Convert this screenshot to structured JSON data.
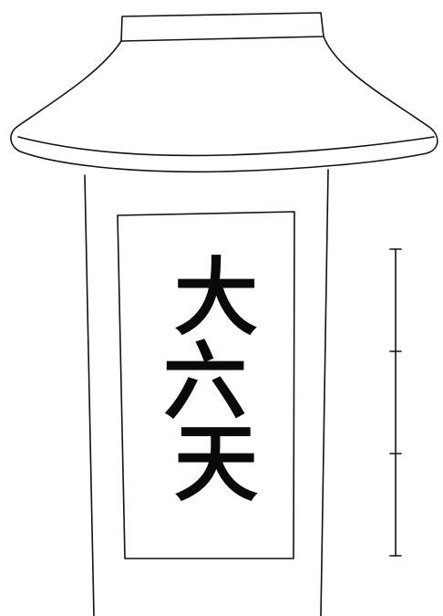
{
  "tablet": {
    "characters": [
      "大",
      "六",
      "天"
    ]
  },
  "scale_bar": {
    "segments": 3
  },
  "colors": {
    "ink": "#111111",
    "paper": "#ffffff"
  }
}
